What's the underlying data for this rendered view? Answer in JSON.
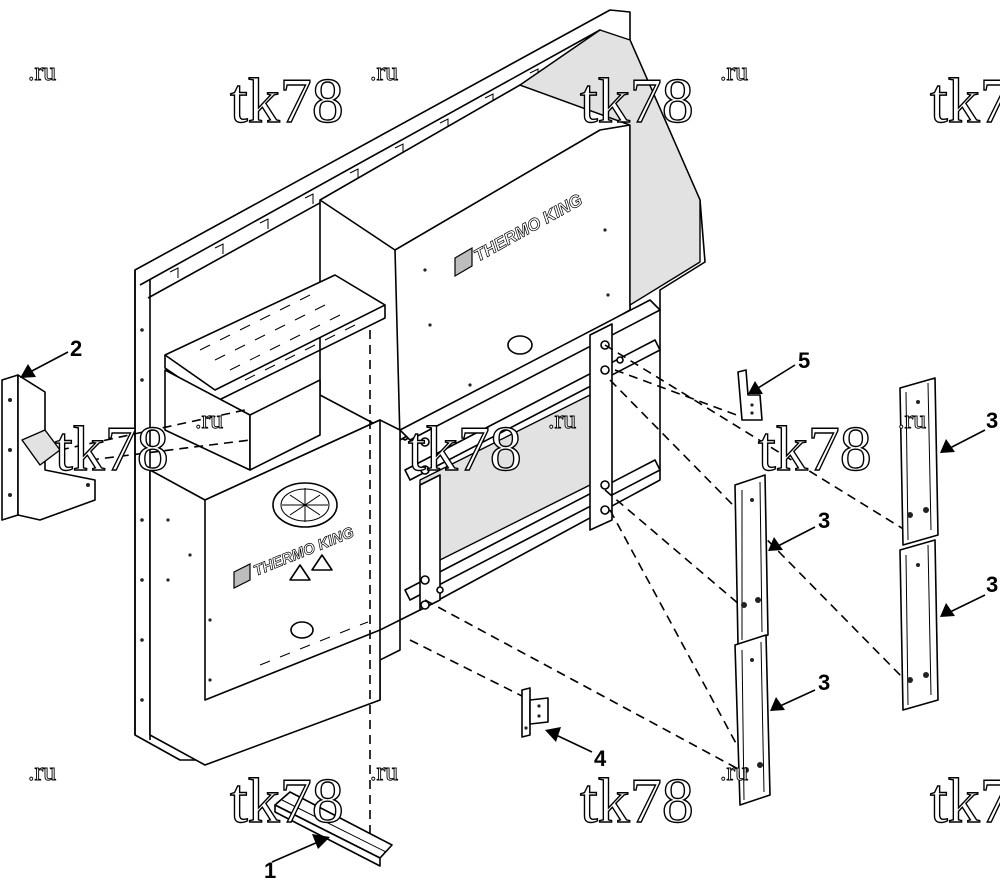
{
  "diagram": {
    "watermark": {
      "text": "tk78",
      "suffix": ".ru"
    },
    "brand": "THERMO KING",
    "callouts": [
      {
        "id": "1",
        "label": "1"
      },
      {
        "id": "2",
        "label": "2"
      },
      {
        "id": "3a",
        "label": "3"
      },
      {
        "id": "3b",
        "label": "3"
      },
      {
        "id": "3c",
        "label": "3"
      },
      {
        "id": "3d",
        "label": "3"
      },
      {
        "id": "4",
        "label": "4"
      },
      {
        "id": "5",
        "label": "5"
      }
    ]
  }
}
